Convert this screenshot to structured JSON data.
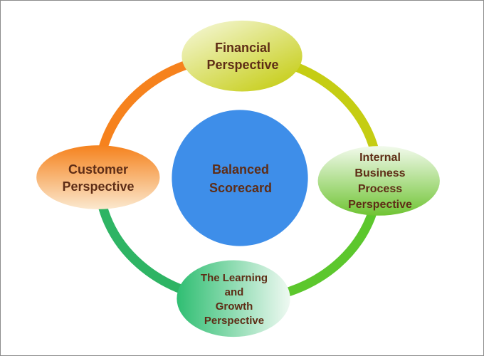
{
  "diagram": {
    "title": "Balanced Scorecard",
    "canvas": {
      "background": "#FFFFFF",
      "border_color": "#8C8C8C"
    },
    "text_color": "#5E2D16",
    "center_node": {
      "label": "Balanced\nScorecard",
      "fill": "#3E8EE9"
    },
    "nodes": {
      "financial": {
        "label": "Financial\nPerspective",
        "gradient_from": "#F7F9DF",
        "gradient_to": "#C7CE1A"
      },
      "customer": {
        "label": "Customer\nPerspective",
        "gradient_from": "#F5821D",
        "gradient_to": "#FBE8CE"
      },
      "internal": {
        "label": "Internal\nBusiness\nProcess\nPerspective",
        "gradient_from": "#F2FAEC",
        "gradient_to": "#70C434"
      },
      "learning": {
        "label": "The Learning\nand\nGrowth\nPerspective",
        "gradient_from": "#2FBE72",
        "gradient_to": "#EFF9F2"
      }
    },
    "arcs": {
      "top_left": "#F6821D",
      "top_right": "#C5CD13",
      "bottom_right": "#5CC72D",
      "bottom_left": "#2EB464"
    }
  }
}
